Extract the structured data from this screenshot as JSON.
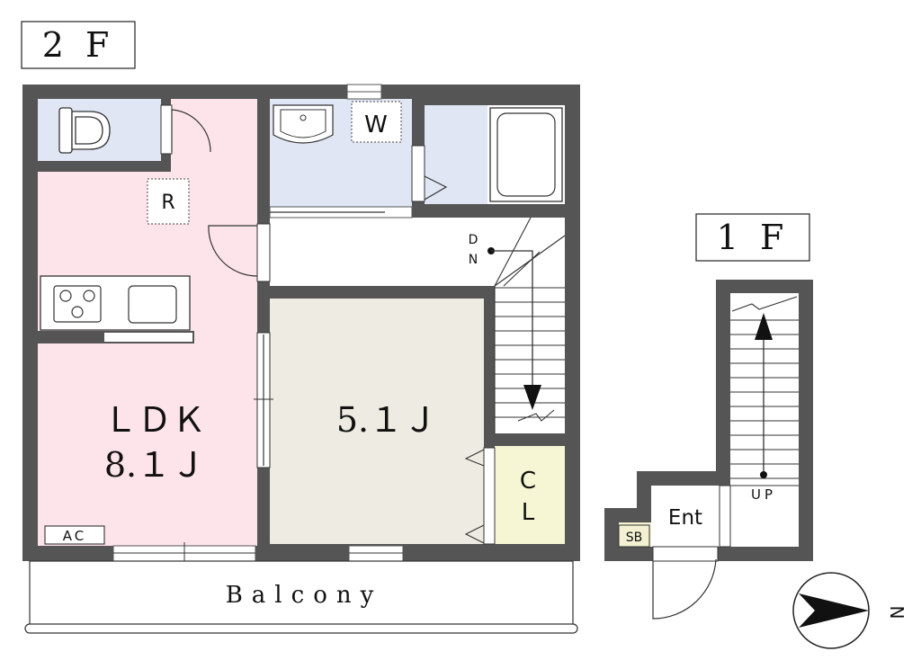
{
  "floor2": {
    "tag": "2 F",
    "ldk_name": "ＬＤＫ",
    "ldk_size": "8.１Ｊ",
    "room_size": "5.１Ｊ",
    "fridge": "R",
    "washer": "W",
    "stair_dn_1": "D",
    "stair_dn_2": "N",
    "closet_1": "C",
    "closet_2": "L",
    "ac": "AC",
    "balcony": "Balcony"
  },
  "floor1": {
    "tag": "1 F",
    "entrance": "Ent",
    "shoebox": "SB",
    "stair_up": "UP"
  },
  "compass": {
    "north": "N"
  },
  "colors": {
    "wall": "#555555",
    "ldk": "#fce4ea",
    "wet": "#e0e6f4",
    "room": "#eeebe2",
    "closet": "#f7f6d4",
    "shoebox": "#f3f1d2"
  }
}
